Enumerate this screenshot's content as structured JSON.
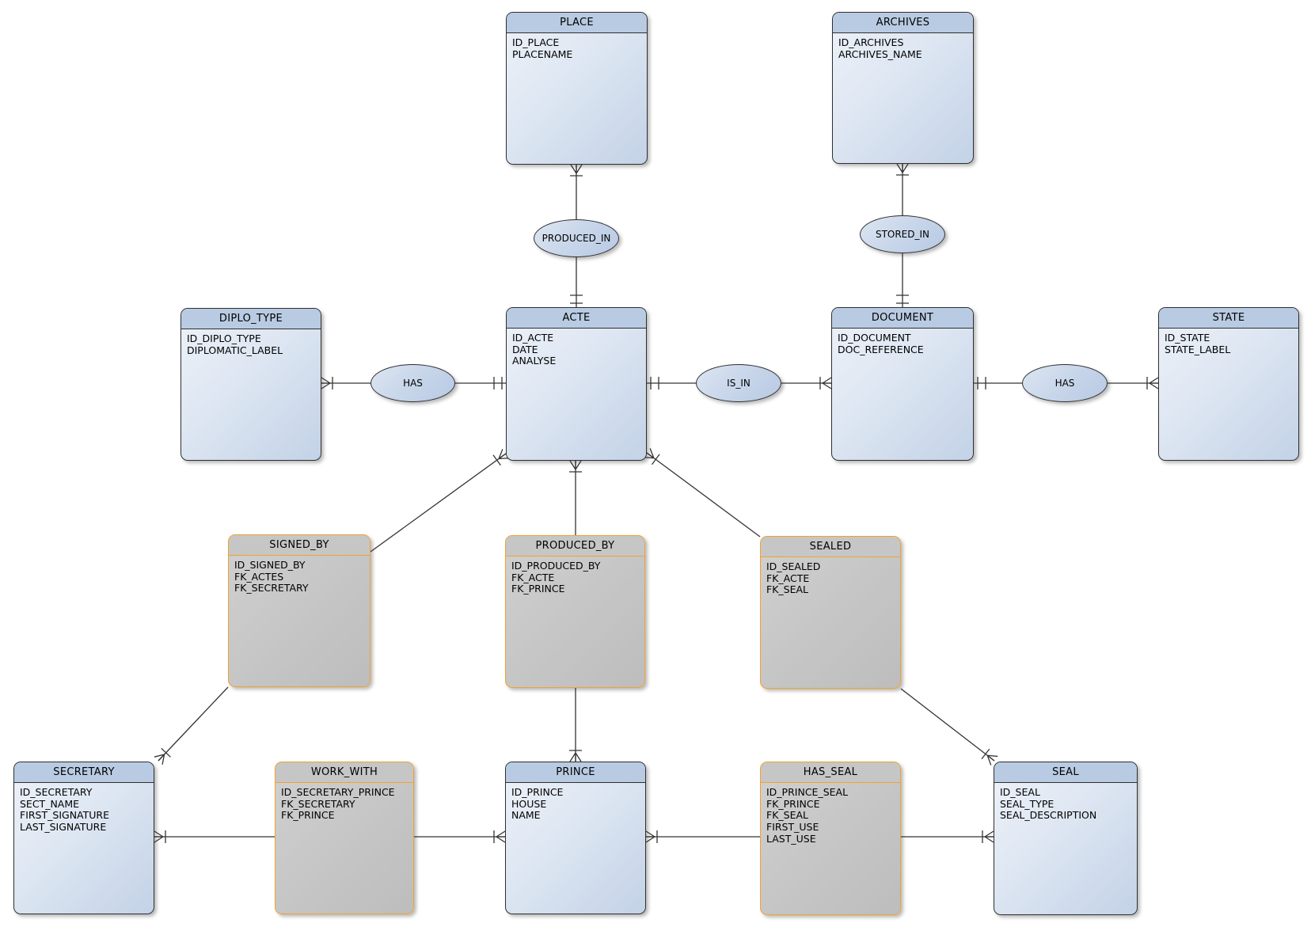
{
  "diagram": {
    "entities": [
      {
        "name": "PLACE",
        "type": "entity",
        "attributes": [
          "ID_PLACE",
          "PLACENAME"
        ]
      },
      {
        "name": "ARCHIVES",
        "type": "entity",
        "attributes": [
          "ID_ARCHIVES",
          "ARCHIVES_NAME"
        ]
      },
      {
        "name": "DIPLO_TYPE",
        "type": "entity",
        "attributes": [
          "ID_DIPLO_TYPE",
          "DIPLOMATIC_LABEL"
        ]
      },
      {
        "name": "ACTE",
        "type": "entity",
        "attributes": [
          "ID_ACTE",
          "DATE",
          "ANALYSE"
        ]
      },
      {
        "name": "DOCUMENT",
        "type": "entity",
        "attributes": [
          "ID_DOCUMENT",
          "DOC_REFERENCE"
        ]
      },
      {
        "name": "STATE",
        "type": "entity",
        "attributes": [
          "ID_STATE",
          "STATE_LABEL"
        ]
      },
      {
        "name": "SIGNED_BY",
        "type": "junction",
        "attributes": [
          "ID_SIGNED_BY",
          "FK_ACTES",
          "FK_SECRETARY"
        ]
      },
      {
        "name": "PRODUCED_BY",
        "type": "junction",
        "attributes": [
          "ID_PRODUCED_BY",
          "FK_ACTE",
          "FK_PRINCE"
        ]
      },
      {
        "name": "SEALED",
        "type": "junction",
        "attributes": [
          "ID_SEALED",
          "FK_ACTE",
          "FK_SEAL"
        ]
      },
      {
        "name": "SECRETARY",
        "type": "entity",
        "attributes": [
          "ID_SECRETARY",
          "SECT_NAME",
          "FIRST_SIGNATURE",
          "LAST_SIGNATURE"
        ]
      },
      {
        "name": "WORK_WITH",
        "type": "junction",
        "attributes": [
          "ID_SECRETARY_PRINCE",
          "FK_SECRETARY",
          "FK_PRINCE"
        ]
      },
      {
        "name": "PRINCE",
        "type": "entity",
        "attributes": [
          "ID_PRINCE",
          "HOUSE",
          "NAME"
        ]
      },
      {
        "name": "HAS_SEAL",
        "type": "junction",
        "attributes": [
          "ID_PRINCE_SEAL",
          "FK_PRINCE",
          "FK_SEAL",
          "FIRST_USE",
          "LAST_USE"
        ]
      },
      {
        "name": "SEAL",
        "type": "entity",
        "attributes": [
          "ID_SEAL",
          "SEAL_TYPE",
          "SEAL_DESCRIPTION"
        ]
      }
    ],
    "relationships": [
      {
        "label": "PRODUCED_IN"
      },
      {
        "label": "STORED_IN"
      },
      {
        "label": "HAS"
      },
      {
        "label": "IS_IN"
      },
      {
        "label": "HAS"
      }
    ],
    "colors": {
      "entity_header": "#b8cbe2",
      "entity_body_light": "#eef2f9",
      "entity_body_dark": "#c3d2e7",
      "entity_border": "#2f2f2f",
      "junction_fill": "#c6c6c6",
      "junction_border": "#f0a233",
      "relationship_fill_light": "#dde6f2",
      "relationship_fill_dark": "#b7c9e3",
      "connector": "#343434"
    }
  }
}
